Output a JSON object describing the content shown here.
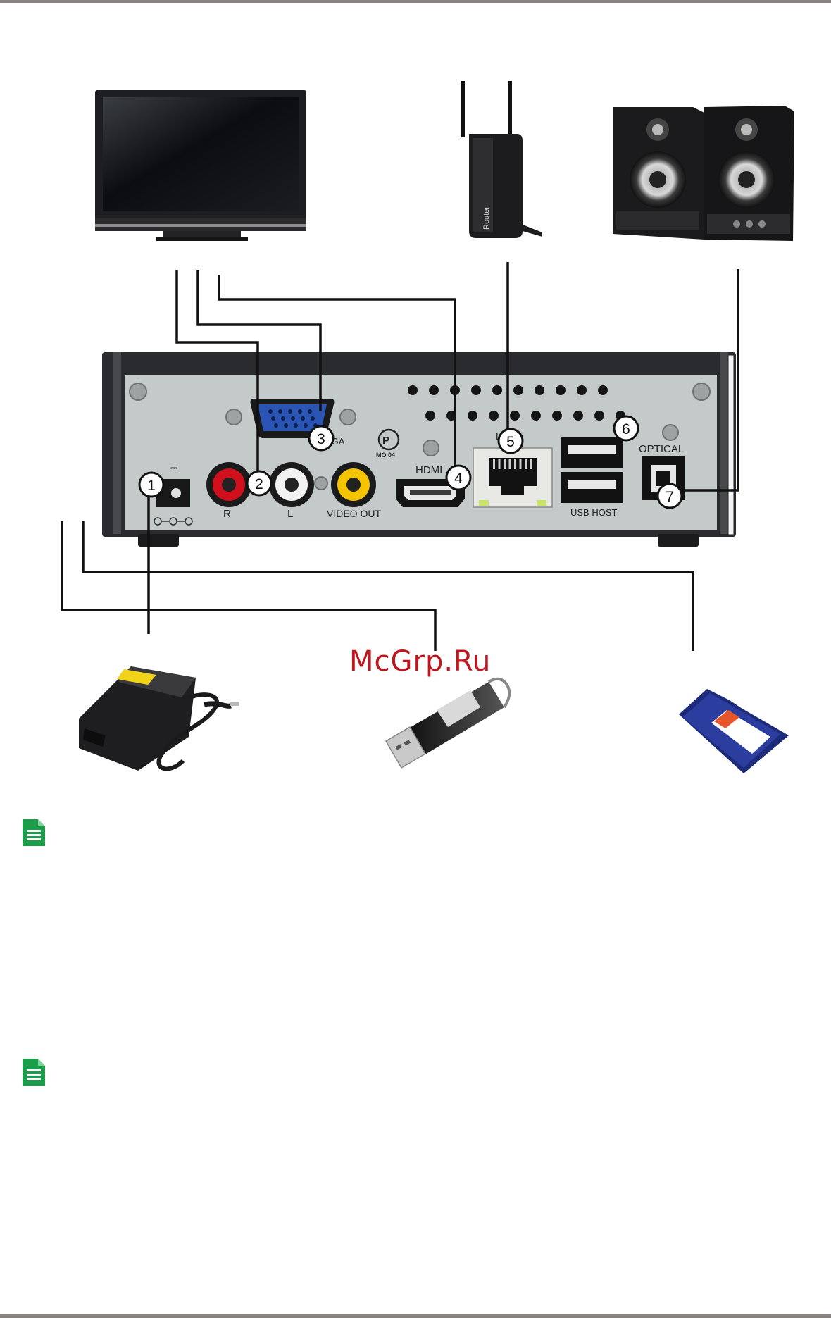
{
  "device_labels": {
    "vga": "VGA",
    "hdmi": "HDMI",
    "lan": "LAN",
    "optical": "OPTICAL",
    "usb_host": "USB HOST",
    "audio_r": "R",
    "audio_l": "L",
    "video_out": "VIDEO   OUT",
    "cert_mark": "MO 04",
    "dc_symbol": "⎓"
  },
  "router_label": "Router",
  "callouts": [
    "1",
    "2",
    "3",
    "4",
    "5",
    "6",
    "7"
  ],
  "watermark": "McGrp.Ru",
  "colors": {
    "audio_r": "#d1101d",
    "audio_l": "#f2f2f2",
    "video": "#f4c400",
    "vga_port": "#2a55b5",
    "panel": "#c4c9c9",
    "note_icon": "#1a9e4a"
  },
  "icons": [
    "note-icon",
    "note-icon"
  ]
}
